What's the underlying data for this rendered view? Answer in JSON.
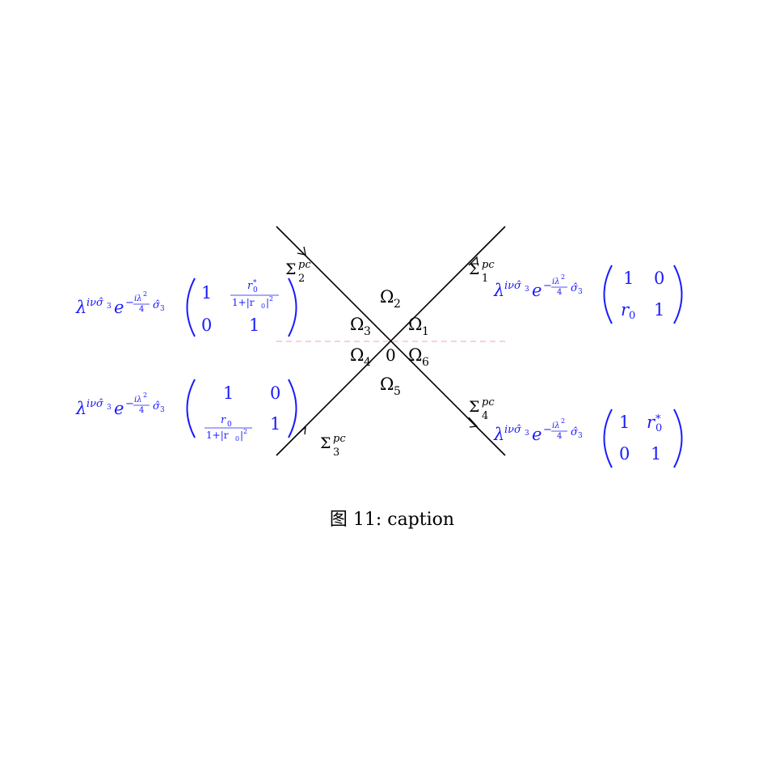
{
  "diagram": {
    "origin_label": "0",
    "regions": [
      "Ω",
      "Ω",
      "Ω",
      "Ω",
      "Ω",
      "Ω"
    ],
    "region_subscripts": [
      "1",
      "2",
      "3",
      "4",
      "5",
      "6"
    ],
    "contours": {
      "symbol": "Σ",
      "superscript": "pc",
      "subscripts": [
        "1",
        "2",
        "3",
        "4"
      ]
    },
    "jump_prefix": {
      "lambda": "λ",
      "lambda_exp": "iνσ̂",
      "lambda_exp_sub": "3",
      "e": "e",
      "e_exp_minus": "−",
      "frac_num": "iλ",
      "frac_num_sup": "2",
      "frac_den": "4",
      "e_exp_sigma": "σ̂",
      "e_exp_sigma_sub": "3"
    },
    "matrices": {
      "m1": [
        "1",
        "0",
        "r",
        "1"
      ],
      "m1_r_sub": "0",
      "m2_top_left": "1",
      "m2_r": "r",
      "m2_r_sup": "*",
      "m2_r_sub": "0",
      "m2_den": "1+|r",
      "m2_den_sub": "0",
      "m2_den_tail": "|",
      "m2_den_sup": "2",
      "m2_bottom": [
        "0",
        "1"
      ],
      "m3_top": [
        "1",
        "0"
      ],
      "m3_r": "r",
      "m3_r_sub": "0",
      "m3_bottom_right": "1",
      "m4": [
        "1",
        "r",
        "0",
        "1"
      ],
      "m4_r_sub": "0",
      "m4_r_sup": "*"
    }
  },
  "caption": "图 11: caption",
  "colors": {
    "jump": "#1a1aff",
    "axis": "#f4a0b0",
    "contour": "#000000"
  }
}
